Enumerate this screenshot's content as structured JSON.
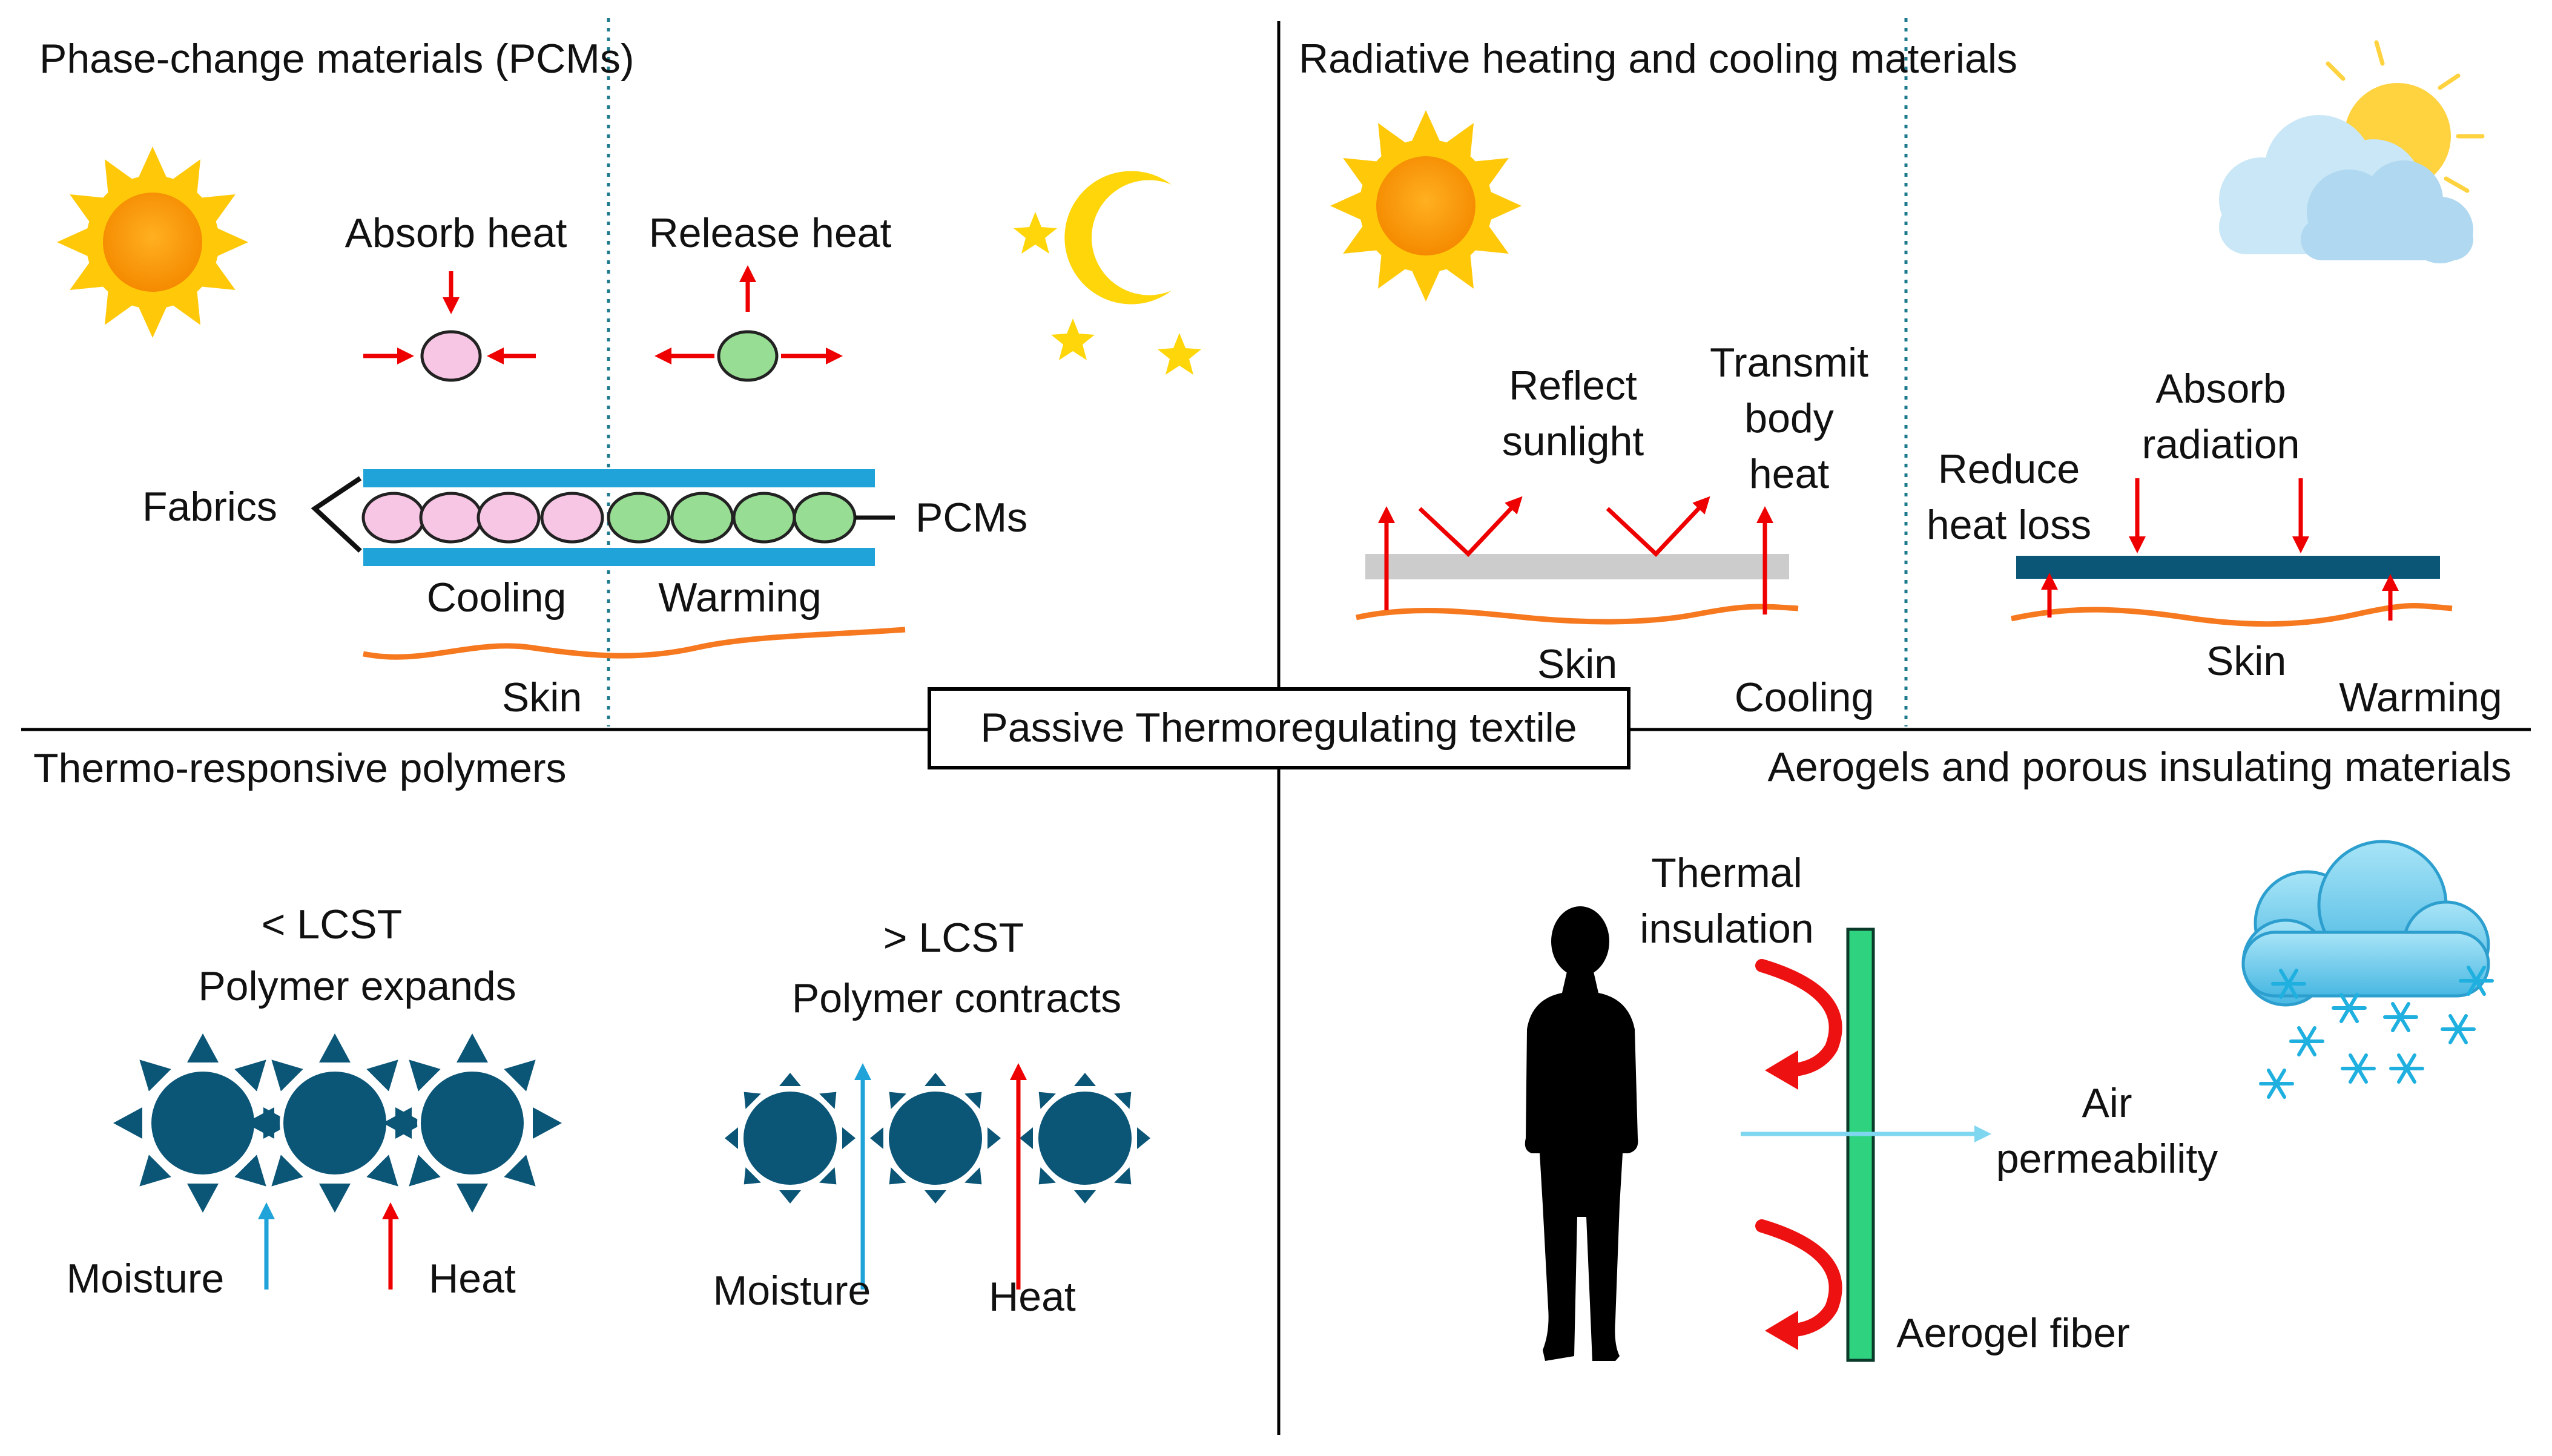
{
  "center_title": "Passive Thermoregulating textile",
  "pcm": {
    "title": "Phase-change materials (PCMs)",
    "absorb": "Absorb heat",
    "release": "Release heat",
    "fabrics": "Fabrics",
    "pcms": "PCMs",
    "cooling": "Cooling",
    "warming": "Warming",
    "skin": "Skin"
  },
  "radiative": {
    "title": "Radiative heating and cooling materials",
    "reflect": [
      "Reflect",
      "sunlight"
    ],
    "transmit": [
      "Transmit",
      "body",
      "heat"
    ],
    "skin_left": "Skin",
    "cooling": "Cooling",
    "reduce": [
      "Reduce",
      "heat loss"
    ],
    "absorb": [
      "Absorb",
      "radiation"
    ],
    "skin_right": "Skin",
    "warming": "Warming"
  },
  "thermo": {
    "title": "Thermo-responsive polymers",
    "below": [
      "< LCST",
      "Polymer expands"
    ],
    "above": [
      "> LCST",
      "Polymer contracts"
    ],
    "moisture_left": "Moisture",
    "heat_left": "Heat",
    "moisture_right": "Moisture",
    "heat_right": "Heat"
  },
  "aerogel": {
    "title": "Aerogels and porous insulating materials",
    "insulation": [
      "Thermal",
      "insulation"
    ],
    "air": [
      "Air",
      "permeability"
    ],
    "fiber": "Aerogel fiber"
  },
  "colors": {
    "fabric_blue": "#1fa3d9",
    "pcm_pink": "#f7c6e4",
    "pcm_green": "#98dd94",
    "arrow_red": "#ee0000",
    "skin_orange": "#f6781f",
    "polymer": "#0b5577",
    "moisture_blue": "#1fa3d9",
    "aerogel_green": "#2fd37f",
    "air_blue": "#7fd6ef",
    "divider_teal": "#1c7a8c"
  },
  "icons": [
    "sun-icon",
    "moon-icon",
    "star-icon",
    "sun-cloud-icon",
    "snow-cloud-icon",
    "human-silhouette-icon"
  ]
}
